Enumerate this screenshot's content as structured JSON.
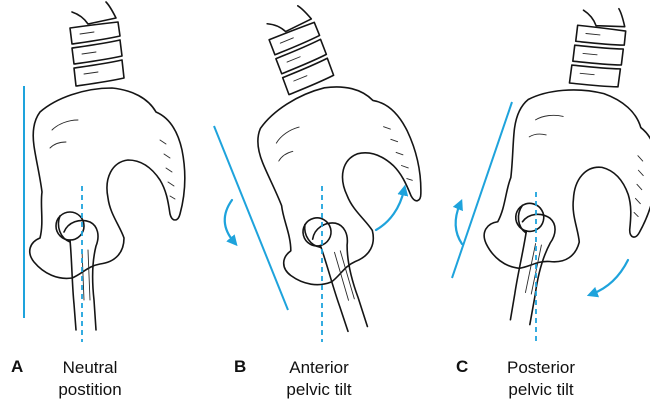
{
  "panels": [
    {
      "letter": "A",
      "caption_line1": "Neutral",
      "caption_line2": "postition"
    },
    {
      "letter": "B",
      "caption_line1": "Anterior",
      "caption_line2": "pelvic tilt"
    },
    {
      "letter": "C",
      "caption_line1": "Posterior",
      "caption_line2": "pelvic tilt"
    }
  ],
  "colors": {
    "reference_line": "#1ea3dc",
    "bone_outline": "#151515"
  }
}
